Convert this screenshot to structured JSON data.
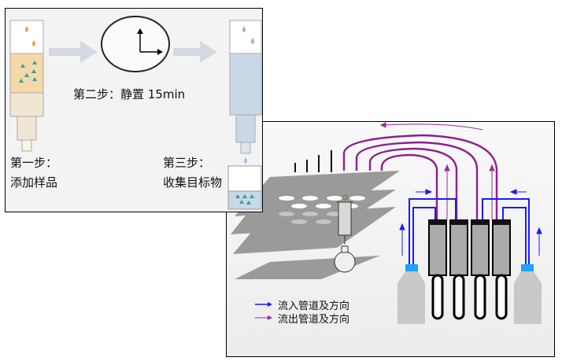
{
  "steps_panel": {
    "step1_line1": "第一步：",
    "step1_line2": "添加样品",
    "step2": "第二步：静置 15min",
    "step3_line1": "第三步：",
    "step3_line2": "收集目标物"
  },
  "apparatus_panel": {
    "legend": [
      {
        "label": "流入管道及方向",
        "color": "#1a1aff"
      },
      {
        "label": "流出管道及方向",
        "color": "#9b2a9b"
      }
    ]
  },
  "colors": {
    "sample_fill": "#f5d9a8",
    "particle": "#2aa3a3",
    "eluate_fill": "#c9d8e6",
    "inflow": "#1a1aff",
    "outflow": "#8f1f8f",
    "cap": "#1aa3ff",
    "plate": "#999999"
  }
}
